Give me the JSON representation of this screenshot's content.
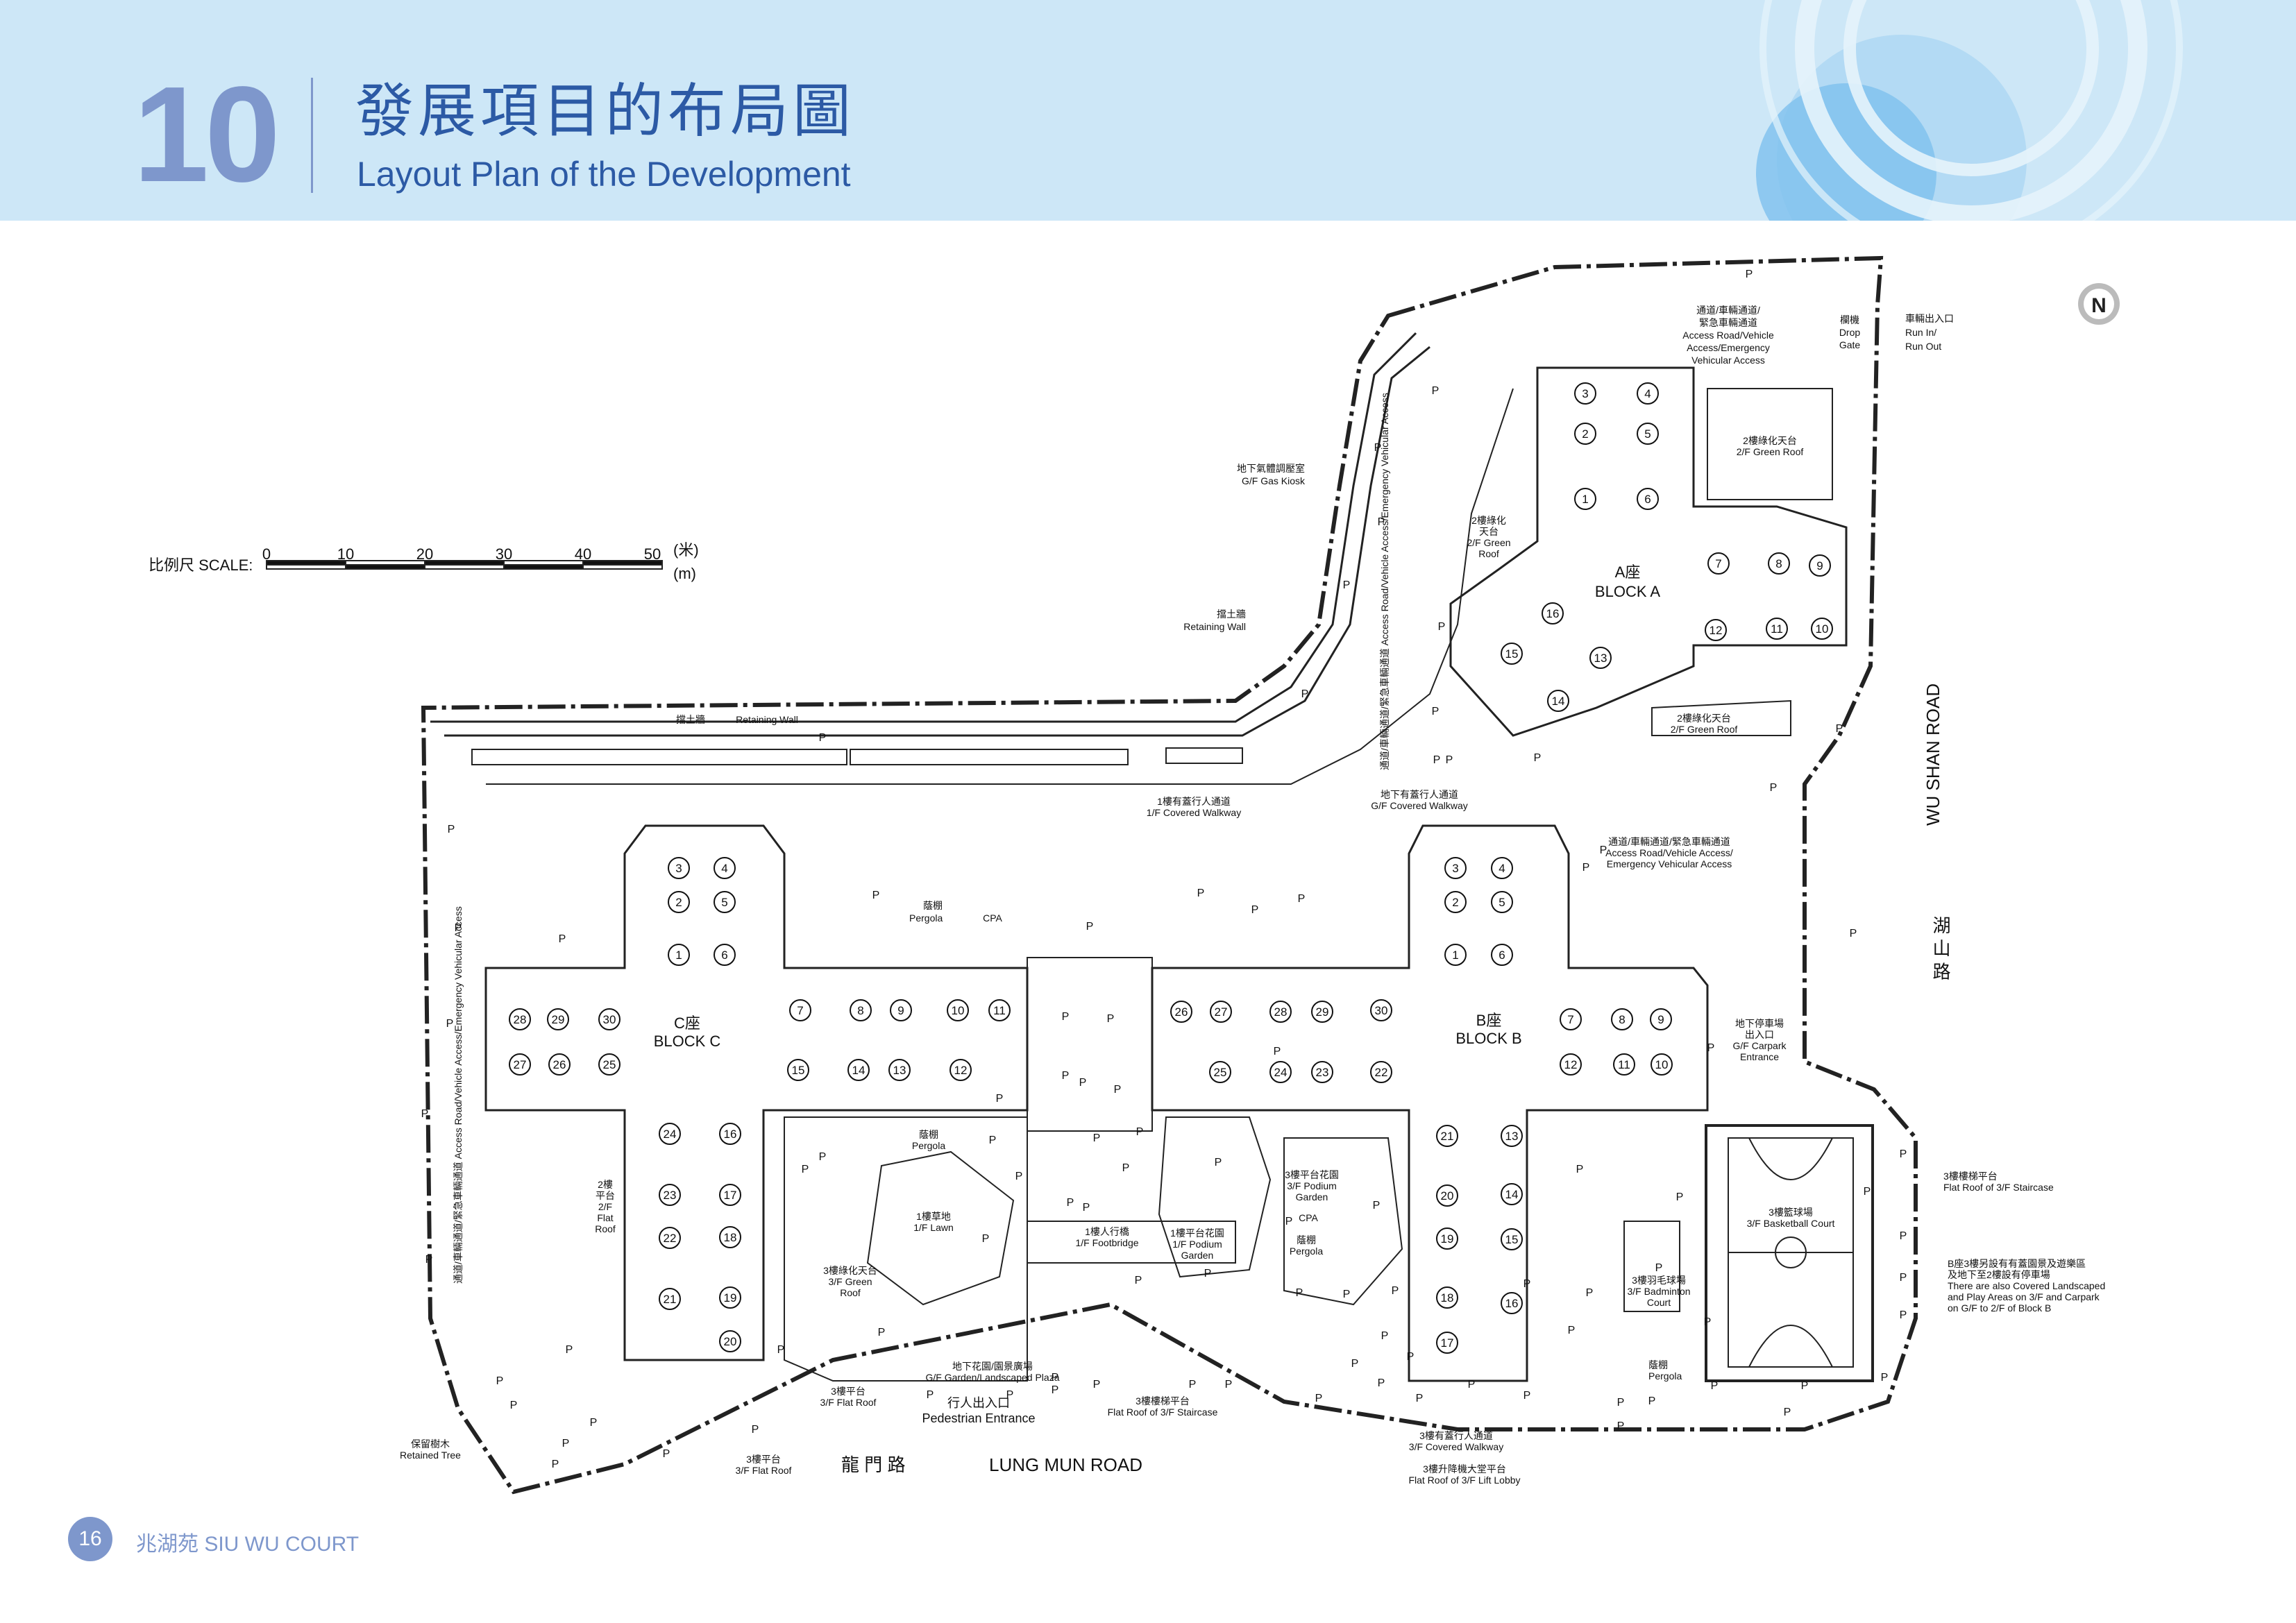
{
  "header": {
    "chapter_number": "10",
    "title_zh": "發展項目的布局圖",
    "title_en": "Layout Plan of the Development"
  },
  "footer": {
    "page_number": "16",
    "text": "兆湖苑 SIU WU COURT"
  },
  "scale": {
    "label": "比例尺 SCALE:",
    "ticks": [
      "0",
      "10",
      "20",
      "30",
      "40",
      "50"
    ],
    "unit_zh": "(米)",
    "unit_en": "(m)"
  },
  "blocks": {
    "a": {
      "label_zh": "A座",
      "label_en": "BLOCK A"
    },
    "b": {
      "label_zh": "B座",
      "label_en": "BLOCK B"
    },
    "c": {
      "label_zh": "C座",
      "label_en": "BLOCK C"
    }
  },
  "flats": {
    "a_top": [
      "3",
      "4",
      "2",
      "5",
      "1",
      "6"
    ],
    "a_right_top": [
      "7",
      "8",
      "9"
    ],
    "a_right_bottom": [
      "12",
      "11",
      "10"
    ],
    "a_diag": [
      "16",
      "15",
      "13",
      "14"
    ],
    "b_core": [
      "3",
      "4",
      "2",
      "5",
      "1",
      "6"
    ],
    "b_row_top": [
      "26",
      "27",
      "28",
      "29",
      "30"
    ],
    "b_row_bottom": [
      "25",
      "24",
      "23",
      "22"
    ],
    "b_right_top": [
      "7",
      "8",
      "9"
    ],
    "b_right_bottom": [
      "12",
      "11",
      "10"
    ],
    "b_left_col": [
      "21",
      "20",
      "19",
      "18",
      "17"
    ],
    "b_right_col": [
      "13",
      "14",
      "15",
      "16"
    ],
    "c_core": [
      "3",
      "4",
      "2",
      "5",
      "1",
      "6"
    ],
    "c_left_top": [
      "28",
      "29",
      "30"
    ],
    "c_left_bottom": [
      "27",
      "26",
      "25"
    ],
    "c_row_top": [
      "7",
      "8",
      "9",
      "10",
      "11"
    ],
    "c_row_bottom": [
      "15",
      "14",
      "13",
      "12"
    ],
    "c_left_col": [
      "24",
      "23",
      "22",
      "21"
    ],
    "c_right_col": [
      "16",
      "17",
      "18",
      "19",
      "20"
    ]
  },
  "labels": {
    "access_top_zh": "通道/車輛通道/",
    "access_top_zh2": "緊急車輛通道",
    "access_top_en": "Access Road/Vehicle",
    "access_top_en2": "Access/Emergency",
    "access_top_en3": "Vehicular Access",
    "drop_gate_zh": "欄機",
    "drop_gate_en": "Drop",
    "drop_gate_en2": "Gate",
    "run_zh": "車輛出入口",
    "run_in": "Run In/",
    "run_out": "Run Out",
    "green_roof_a_zh": "2樓綠化天台",
    "green_roof_a_en": "2/F Green Roof",
    "gas_kiosk_zh": "地下氣體調壓室",
    "gas_kiosk_en": "G/F Gas Kiosk",
    "green_roof_left_zh": "2樓綠化",
    "green_roof_left_zh2": "天台",
    "green_roof_left_en": "2/F Green",
    "green_roof_left_en2": "Roof",
    "retaining_wall_zh": "擋土牆",
    "retaining_wall_en": "Retaining Wall",
    "retaining_wall_top_zh": "擋土牆",
    "retaining_wall_top_en": "Retaining Wall",
    "vertical_access_a": "通道/車輛通道/緊急車輛通道 Access Road/Vehicle Access/Emergency Vehicular Access",
    "green_roof_a2_zh": "2樓綠化天台",
    "green_roof_a2_en": "2/F Green Roof",
    "gf_walkway_zh": "地下有蓋行人通道",
    "gf_walkway_en": "G/F Covered Walkway",
    "walkway_1f_zh": "1樓有蓋行人通道",
    "walkway_1f_en": "1/F Covered Walkway",
    "access_mid_zh": "通道/車輛通道/緊急車輛通道",
    "access_mid_en": "Access Road/Vehicle Access/",
    "access_mid_en2": "Emergency Vehicular Access",
    "wu_shan_road": "WU SHAN ROAD",
    "wu_shan_road_zh": "湖 山 路",
    "pergola_zh": "蔭棚",
    "pergola_en": "Pergola",
    "cpa": "CPA",
    "carpark_zh": "地下停車場",
    "carpark_zh2": "出入口",
    "carpark_en": "G/F Carpark",
    "carpark_en2": "Entrance",
    "vertical_access_c": "通道/車輛通道/緊急車輛通道 Access Road/Vehicle Access/Emergency Vehicular Access",
    "flat_roof_2f_zh": "2樓",
    "flat_roof_2f_zh2": "平台",
    "flat_roof_2f_en": "2/F",
    "flat_roof_2f_en2": "Flat",
    "flat_roof_2f_en3": "Roof",
    "lawn_zh": "1樓草地",
    "lawn_en": "1/F Lawn",
    "footbridge_zh": "1樓人行橋",
    "footbridge_en": "1/F Footbridge",
    "podium_garden_1f_zh": "1樓平台花園",
    "podium_garden_1f_en": "1/F Podium",
    "podium_garden_1f_en2": "Garden",
    "podium_garden_3f_zh": "3樓平台花園",
    "podium_garden_3f_en": "3/F Podium",
    "podium_garden_3f_en2": "Garden",
    "green_roof_3f_zh": "3樓綠化天台",
    "green_roof_3f_en": "3/F Green",
    "green_roof_3f_en2": "Roof",
    "staircase_roof_right_zh": "3樓樓梯平台",
    "staircase_roof_right_en": "Flat Roof of 3/F Staircase",
    "basketball_zh": "3樓籃球場",
    "basketball_en": "3/F Basketball Court",
    "badminton_zh": "3樓羽毛球場",
    "badminton_en": "3/F Badminton",
    "badminton_en2": "Court",
    "block_b_note_zh": "B座3樓另設有有蓋園景及遊樂區",
    "block_b_note_zh2": "及地下至2樓設有停車場",
    "block_b_note_en": "There are also Covered Landscaped",
    "block_b_note_en2": "and Play Areas  on 3/F and Carpark",
    "block_b_note_en3": "on G/F to 2/F of Block B",
    "pergola_b_zh": "蔭棚",
    "pergola_b_en": "Pergola",
    "landscaped_plaza_zh": "地下花園/園景廣場",
    "landscaped_plaza_en": "G/F Garden/Landscaped Plaza",
    "pedestrian_zh": "行人出入口",
    "pedestrian_en": "Pedestrian Entrance",
    "staircase_roof_mid_zh": "3樓樓梯平台",
    "staircase_roof_mid_en": "Flat Roof of 3/F Staircase",
    "flat_roof_3f_zh": "3樓平台",
    "flat_roof_3f_en": "3/F Flat Roof",
    "flat_roof_3f_b_zh": "3樓平台",
    "flat_roof_3f_b_en": "3/F Flat Roof",
    "walkway_3f_zh": "3樓有蓋行人通道",
    "walkway_3f_en": "3/F Covered Walkway",
    "lift_lobby_zh": "3樓升降機大堂平台",
    "lift_lobby_en": "Flat Roof of 3/F Lift Lobby",
    "retained_tree_zh": "保留樹木",
    "retained_tree_en": "Retained Tree",
    "lung_mun_road_zh": "龍  門  路",
    "lung_mun_road_en": "LUNG MUN ROAD",
    "parking": "P",
    "north": "N"
  }
}
